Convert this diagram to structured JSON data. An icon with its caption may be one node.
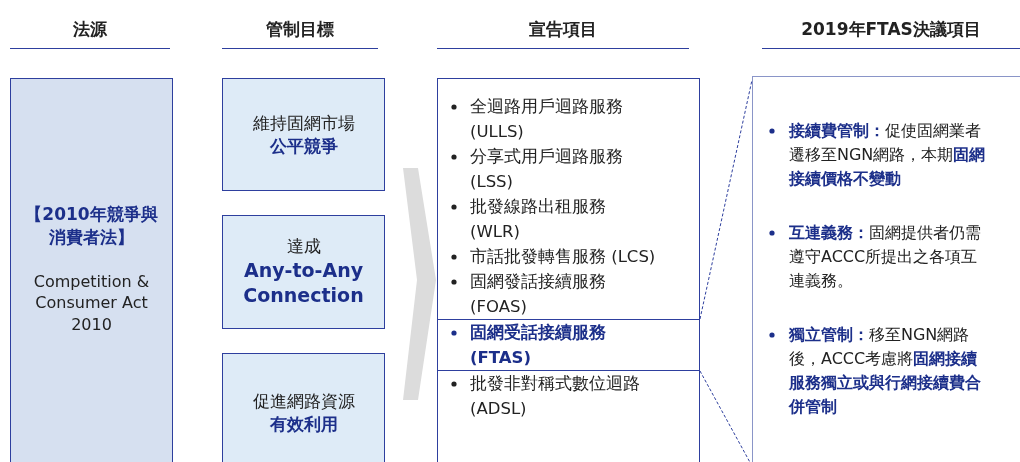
{
  "diagram": {
    "nodes": [
      {
        "text": [
          "【2010年競爭與消費者法】",
          "Competition & Consumer Act 2010"
        ]
      },
      {
        "text": [
          "維持固網市場",
          "公平競爭"
        ]
      },
      {
        "text": [
          "達成",
          "Any-to-Any Connection"
        ]
      },
      {
        "text": [
          "促進網路資源",
          "有效利用"
        ]
      },
      {
        "text": [
          "全迴路用戶迴路服務 (ULLS)",
          "分享式用戶迴路服務 (LSS)",
          "批發線路出租服務 (WLR)",
          "市話批發轉售服務 (LCS)",
          "固網發話接續服務 (FOAS)",
          "批發非對稱式數位迴路 (ADSL)"
        ]
      },
      {
        "text": [
          "固網受話接續服務 (FTAS)"
        ],
        "in": 4
      },
      {
        "text": [
          "**接續費管制：**促使固網業者遷移至NGN網路，本期**固網接續價格不變動**",
          "**互連義務：**固網提供者仍需遵守ACCC所提出之各項互連義務。",
          "**獨立管制：**移至NGN網路後，ACCC考慮將**固網接續服務獨立或與行網接續費合併管制**"
        ]
      }
    ],
    "edges": [
      {
        "from": null,
        "to": 4,
        "arrow": "to",
        "style": "thick",
        "color": "#dcdcdc"
      },
      {
        "from": 5,
        "to": 6,
        "arrow": "none",
        "style": "dashed"
      },
      {
        "from": 5,
        "to": 6,
        "arrow": "none",
        "style": "dashed"
      }
    ],
    "labels": [
      "法源",
      "管制目標",
      "宣告項目",
      "2019年FTAS決議項目"
    ]
  }
}
